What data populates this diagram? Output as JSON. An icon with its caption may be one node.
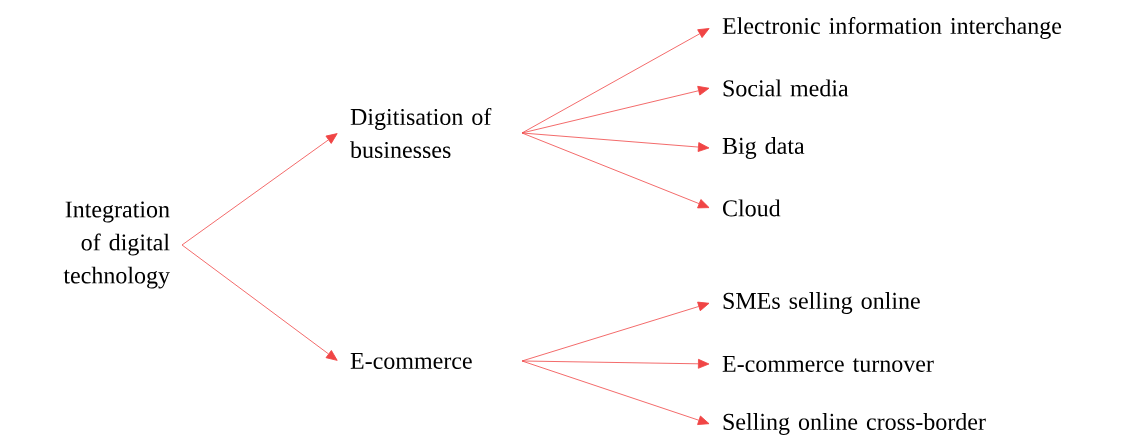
{
  "diagram": {
    "nodes": [
      {
        "text": [
          "Integration of digital technology"
        ]
      },
      {
        "text": [
          "Digitisation of businesses"
        ]
      },
      {
        "text": [
          "E-commerce"
        ]
      },
      {
        "text": [
          "Electronic information interchange"
        ]
      },
      {
        "text": [
          "Social media"
        ]
      },
      {
        "text": [
          "Big data"
        ]
      },
      {
        "text": [
          "Cloud"
        ]
      },
      {
        "text": [
          "SMEs selling online"
        ]
      },
      {
        "text": [
          "E-commerce turnover"
        ]
      },
      {
        "text": [
          "Selling online cross-border"
        ]
      }
    ],
    "edges": [
      {
        "from": 0,
        "to": 1,
        "arrow": "to"
      },
      {
        "from": 0,
        "to": 2,
        "arrow": "to"
      },
      {
        "from": 1,
        "to": 3,
        "arrow": "to"
      },
      {
        "from": 1,
        "to": 4,
        "arrow": "to"
      },
      {
        "from": 1,
        "to": 5,
        "arrow": "to"
      },
      {
        "from": 1,
        "to": 6,
        "arrow": "to"
      },
      {
        "from": 2,
        "to": 7,
        "arrow": "to"
      },
      {
        "from": 2,
        "to": 8,
        "arrow": "to"
      },
      {
        "from": 2,
        "to": 9,
        "arrow": "to"
      }
    ]
  }
}
